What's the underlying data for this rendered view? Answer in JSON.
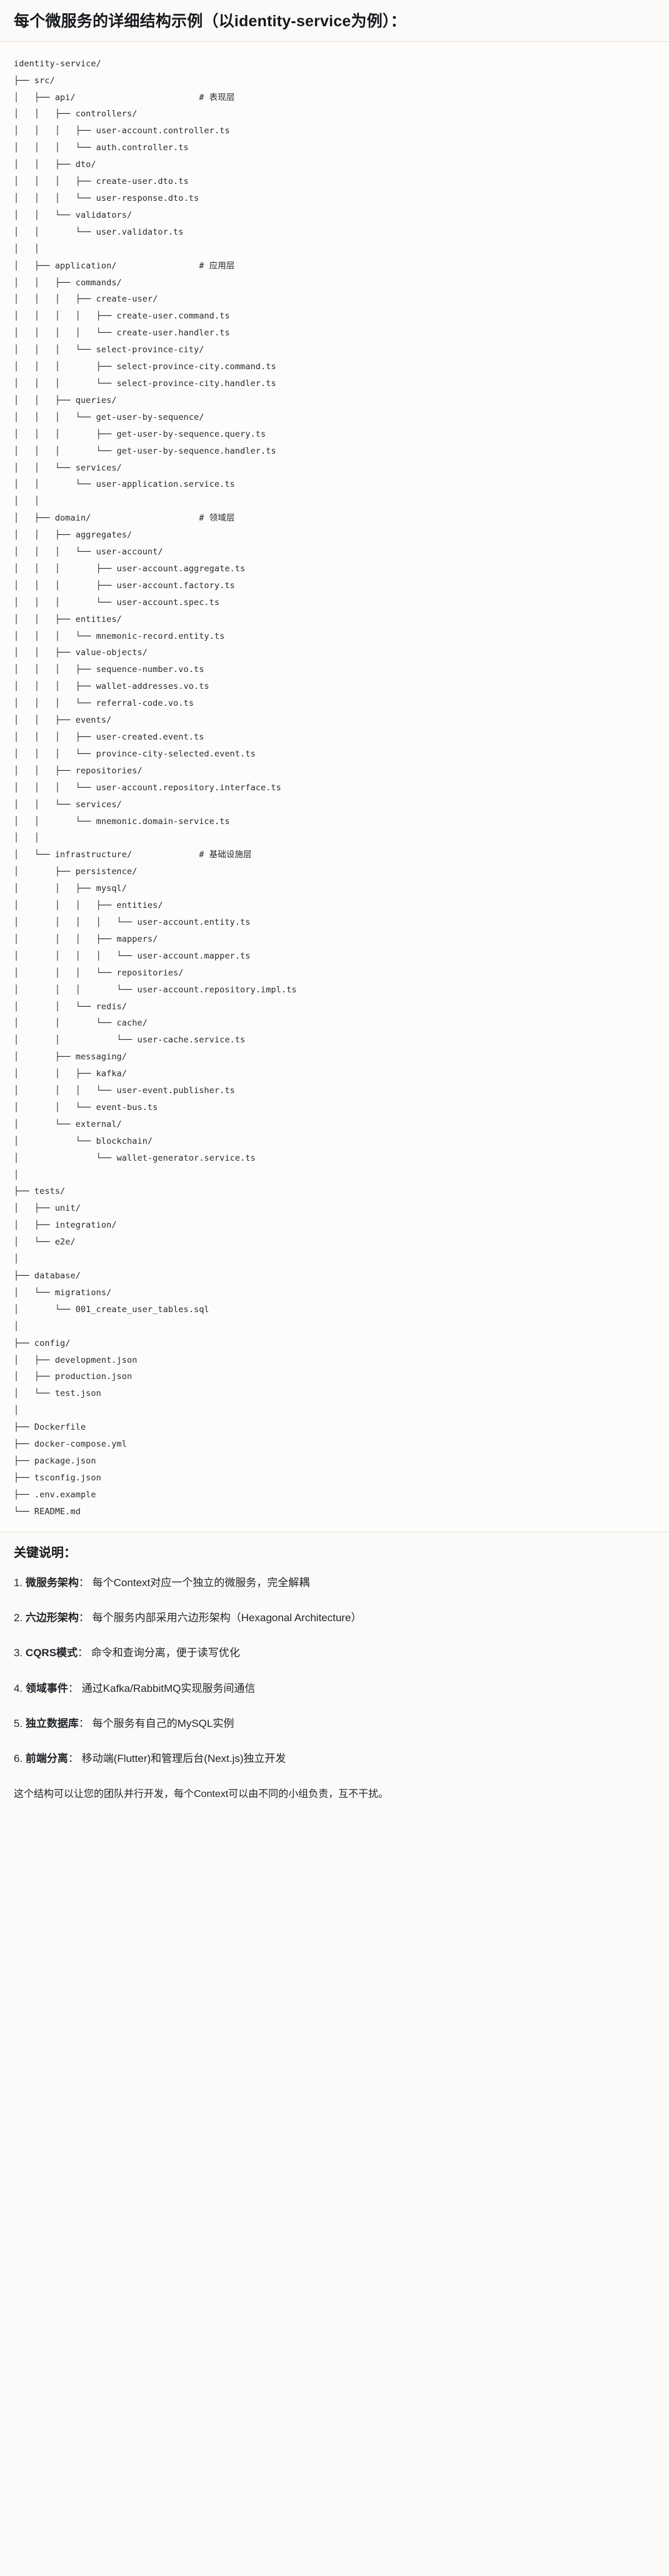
{
  "document": {
    "title": "每个微服务的详细结构示例（以identity-service为例）："
  },
  "tree": {
    "root": "identity-service/",
    "text": "identity-service/\n├── src/\n│   ├── api/                        # 表现层\n│   │   ├── controllers/\n│   │   │   ├── user-account.controller.ts\n│   │   │   └── auth.controller.ts\n│   │   ├── dto/\n│   │   │   ├── create-user.dto.ts\n│   │   │   └── user-response.dto.ts\n│   │   └── validators/\n│   │       └── user.validator.ts\n│   │\n│   ├── application/                # 应用层\n│   │   ├── commands/\n│   │   │   ├── create-user/\n│   │   │   │   ├── create-user.command.ts\n│   │   │   │   └── create-user.handler.ts\n│   │   │   └── select-province-city/\n│   │   │       ├── select-province-city.command.ts\n│   │   │       └── select-province-city.handler.ts\n│   │   ├── queries/\n│   │   │   └── get-user-by-sequence/\n│   │   │       ├── get-user-by-sequence.query.ts\n│   │   │       └── get-user-by-sequence.handler.ts\n│   │   └── services/\n│   │       └── user-application.service.ts\n│   │\n│   ├── domain/                     # 领域层\n│   │   ├── aggregates/\n│   │   │   └── user-account/\n│   │   │       ├── user-account.aggregate.ts\n│   │   │       ├── user-account.factory.ts\n│   │   │       └── user-account.spec.ts\n│   │   ├── entities/\n│   │   │   └── mnemonic-record.entity.ts\n│   │   ├── value-objects/\n│   │   │   ├── sequence-number.vo.ts\n│   │   │   ├── wallet-addresses.vo.ts\n│   │   │   └── referral-code.vo.ts\n│   │   ├── events/\n│   │   │   ├── user-created.event.ts\n│   │   │   └── province-city-selected.event.ts\n│   │   ├── repositories/\n│   │   │   └── user-account.repository.interface.ts\n│   │   └── services/\n│   │       └── mnemonic.domain-service.ts\n│   │\n│   └── infrastructure/             # 基础设施层\n│       ├── persistence/\n│       │   ├── mysql/\n│       │   │   ├── entities/\n│       │   │   │   └── user-account.entity.ts\n│       │   │   ├── mappers/\n│       │   │   │   └── user-account.mapper.ts\n│       │   │   └── repositories/\n│       │   │       └── user-account.repository.impl.ts\n│       │   └── redis/\n│       │       └── cache/\n│       │           └── user-cache.service.ts\n│       ├── messaging/\n│       │   ├── kafka/\n│       │   │   └── user-event.publisher.ts\n│       │   └── event-bus.ts\n│       └── external/\n│           └── blockchain/\n│               └── wallet-generator.service.ts\n│\n├── tests/\n│   ├── unit/\n│   ├── integration/\n│   └── e2e/\n│\n├── database/\n│   └── migrations/\n│       └── 001_create_user_tables.sql\n│\n├── config/\n│   ├── development.json\n│   ├── production.json\n│   └── test.json\n│\n├── Dockerfile\n├── docker-compose.yml\n├── package.json\n├── tsconfig.json\n├── .env.example\n└── README.md",
    "layer_comments": [
      {
        "path": "src/api/",
        "comment": "# 表现层"
      },
      {
        "path": "src/application/",
        "comment": "# 应用层"
      },
      {
        "path": "src/domain/",
        "comment": "# 领域层"
      },
      {
        "path": "src/infrastructure/",
        "comment": "# 基础设施层"
      }
    ]
  },
  "notes": {
    "title": "关键说明：",
    "items": [
      {
        "num": "1.",
        "term": "微服务架构",
        "sep": "：",
        "desc": "每个Context对应一个独立的微服务，完全解耦"
      },
      {
        "num": "2.",
        "term": "六边形架构",
        "sep": "：",
        "desc": "每个服务内部采用六边形架构（Hexagonal Architecture）"
      },
      {
        "num": "3.",
        "term": "CQRS模式",
        "sep": "：",
        "desc": "命令和查询分离，便于读写优化"
      },
      {
        "num": "4.",
        "term": "领域事件",
        "sep": "：",
        "desc": "通过Kafka/RabbitMQ实现服务间通信"
      },
      {
        "num": "5.",
        "term": "独立数据库",
        "sep": "：",
        "desc": "每个服务有自己的MySQL实例"
      },
      {
        "num": "6.",
        "term": "前端分离",
        "sep": "：",
        "desc": "移动端(Flutter)和管理后台(Next.js)独立开发"
      }
    ],
    "closing": "这个结构可以让您的团队并行开发，每个Context可以由不同的小组负责，互不干扰。"
  }
}
